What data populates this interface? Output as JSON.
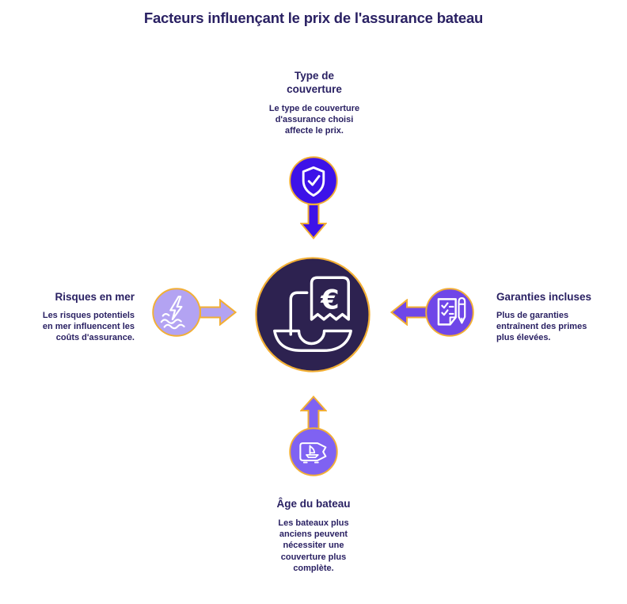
{
  "title": "Facteurs influençant le prix de l'assurance bateau",
  "colors": {
    "background": "#FFFFFF",
    "text": "#2A2163",
    "accent_ring": "#F2AF35",
    "icon_stroke": "#FFFFFF",
    "hub_fill": "#2D2250"
  },
  "hub": {
    "icon": "boat-invoice-euro-icon",
    "fill": "#2D2250",
    "euro_symbol": "€"
  },
  "factors": [
    {
      "position": "top",
      "heading": "Type de\ncouverture",
      "body": "Le type de couverture\nd'assurance choisi\naffecte le prix.",
      "icon": "shield-check-icon",
      "color": "#3D12E8",
      "arrow_direction": "down"
    },
    {
      "position": "left",
      "heading": "Risques en mer",
      "body": "Les risques potentiels\nen mer influencent les\ncoûts d'assurance.",
      "icon": "storm-waves-icon",
      "color": "#B3A3F2",
      "arrow_direction": "right"
    },
    {
      "position": "right",
      "heading": "Garanties incluses",
      "body": "Plus de garanties\nentraînent des primes\nplus élevées.",
      "icon": "checklist-pen-icon",
      "color": "#6F46E8",
      "arrow_direction": "left"
    },
    {
      "position": "bottom",
      "heading": "Âge du bateau",
      "body": "Les bateaux plus\nanciens peuvent\nnécessiter une\ncouverture plus\ncomplète.",
      "icon": "boat-price-tag-icon",
      "color": "#7F62F2",
      "arrow_direction": "up"
    }
  ]
}
